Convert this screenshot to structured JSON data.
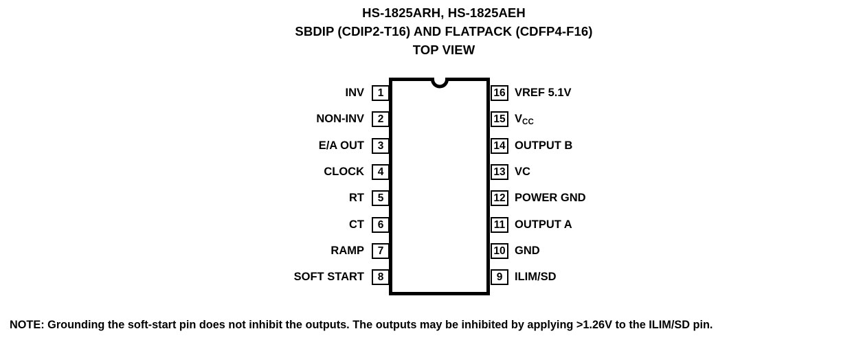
{
  "title": {
    "lines": [
      "HS-1825ARH, HS-1825AEH",
      "SBDIP (CDIP2-T16) AND FLATPACK (CDFP4-F16)",
      "TOP VIEW"
    ]
  },
  "package": {
    "shape": "dip-16-top-view",
    "notch": "semicircular-top-center",
    "outline_color": "#000000",
    "fill_color": "#ffffff"
  },
  "pins": {
    "left": [
      {
        "number": "1",
        "label": "INV"
      },
      {
        "number": "2",
        "label": "NON-INV"
      },
      {
        "number": "3",
        "label": "E/A OUT"
      },
      {
        "number": "4",
        "label": "CLOCK"
      },
      {
        "number": "5",
        "label": "RT"
      },
      {
        "number": "6",
        "label": "CT"
      },
      {
        "number": "7",
        "label": "RAMP"
      },
      {
        "number": "8",
        "label": "SOFT START"
      }
    ],
    "right": [
      {
        "number": "16",
        "label": "VREF 5.1V",
        "sub": ""
      },
      {
        "number": "15",
        "label": "V",
        "sub": "CC"
      },
      {
        "number": "14",
        "label": "OUTPUT B",
        "sub": ""
      },
      {
        "number": "13",
        "label": "VC",
        "sub": ""
      },
      {
        "number": "12",
        "label": "POWER GND",
        "sub": ""
      },
      {
        "number": "11",
        "label": "OUTPUT A",
        "sub": ""
      },
      {
        "number": "10",
        "label": "GND",
        "sub": ""
      },
      {
        "number": "9",
        "label": "ILIM/SD",
        "sub": ""
      }
    ]
  },
  "note": {
    "text": "NOTE:  Grounding the soft-start pin does not inhibit the outputs. The outputs may be inhibited by applying >1.26V to the ILIM/SD pin."
  }
}
